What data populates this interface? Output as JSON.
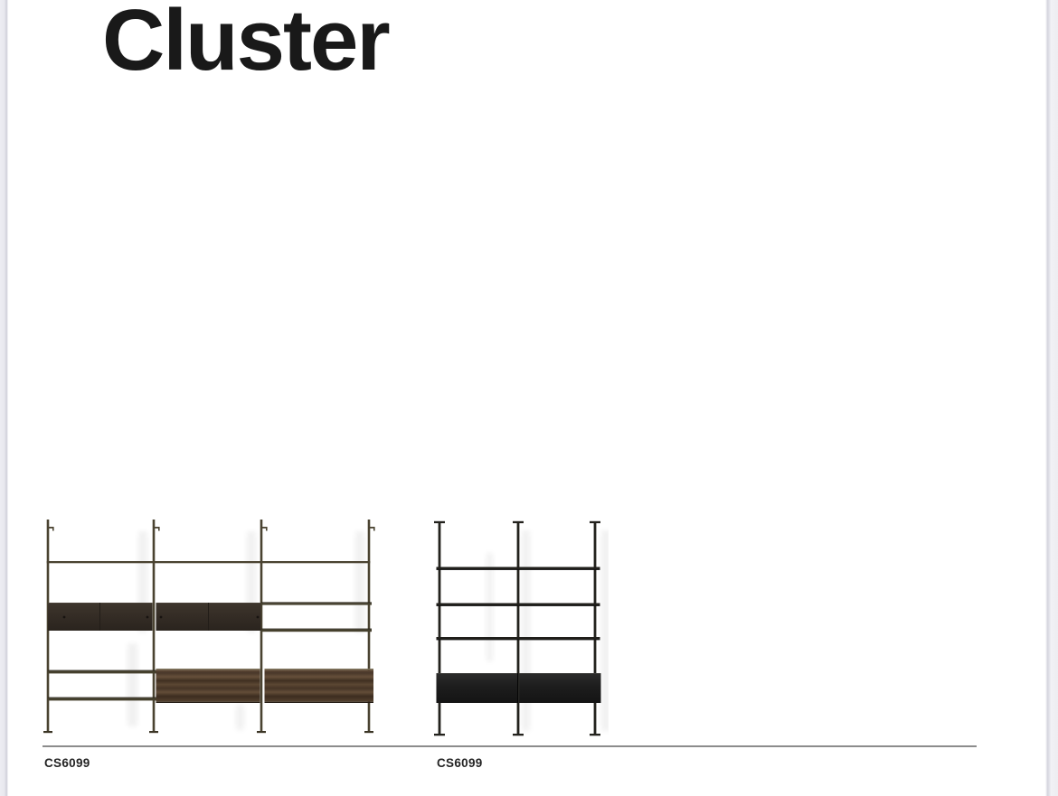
{
  "page": {
    "title": "Cluster"
  },
  "products": [
    {
      "code": "CS6099",
      "image": "wall-mounted-shelving-system-bronze-walnut"
    },
    {
      "code": "CS6099",
      "image": "floor-to-ceiling-shelving-tower-black"
    }
  ],
  "colors": {
    "title_text": "#191919",
    "caption_text": "#242424",
    "divider": "#8c8c8c",
    "page_background": "#ffffff",
    "page_edge": "#e7e7ee",
    "bronze_frame": "#4a4331",
    "dark_cabinet": "#352d25",
    "walnut_drawer": "#54402e",
    "black_frame": "#23221d",
    "black_cabinet": "#1d1d1d"
  }
}
